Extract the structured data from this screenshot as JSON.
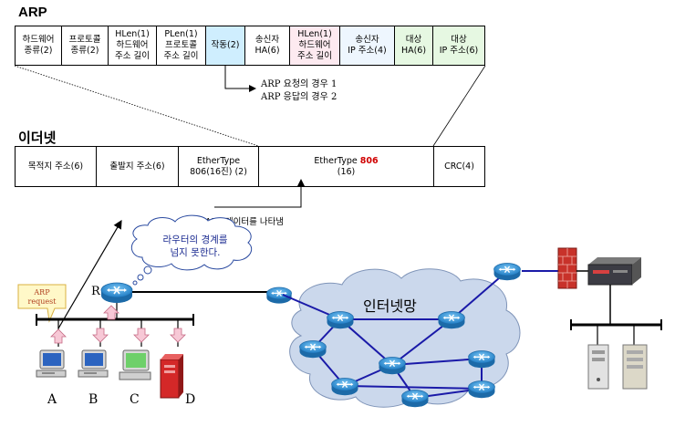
{
  "arp": {
    "title": "ARP",
    "fields": [
      {
        "label": "하드웨어\n종류(2)",
        "bg": "#ffffff"
      },
      {
        "label": "프로토콜\n종류(2)",
        "bg": "#ffffff"
      },
      {
        "label": "HLen(1)\n하드웨어\n주소 길이",
        "bg": "#ffffff"
      },
      {
        "label": "PLen(1)\n프로토콜\n주소 길이",
        "bg": "#ffffff"
      },
      {
        "label": "작동(2)",
        "bg": "#cfeefe"
      },
      {
        "label": "송신자\nHA(6)",
        "bg": "#ffffff"
      },
      {
        "label": "HLen(1)\n하드웨어\n주소 길이",
        "bg": "#fdeaf0"
      },
      {
        "label": "송신자\nIP 주소(4)",
        "bg": "#eef6fe"
      },
      {
        "label": "대상\nHA(6)",
        "bg": "#e6f8e2"
      },
      {
        "label": "대상\nIP 주소(6)",
        "bg": "#e6f8e2"
      }
    ],
    "op_notes": [
      "ARP 요청의 경우 1",
      "ARP 응답의 경우 2"
    ]
  },
  "ethernet": {
    "title": "이더넷",
    "fields": [
      {
        "label": "목적지 주소(6)"
      },
      {
        "label": "출발지 주소(6)"
      },
      {
        "label": "EtherType\n806(16진) (2)"
      },
      {
        "label_prefix": "EtherType ",
        "label_value": "806",
        "label_suffix": "(16)"
      },
      {
        "label": "CRC(4)"
      }
    ],
    "ethertype_note": "ARP 데이터를 나타냄"
  },
  "network": {
    "bubble_text": "라우터의 경계를\n넘지 못한다.",
    "arp_request_label": "ARP\nrequest",
    "router_label": "R",
    "internet_label": "인터넷망",
    "hosts": [
      "A",
      "B",
      "C",
      "D"
    ]
  },
  "colors": {
    "router": "#3b9fe0",
    "cloud": "#cbd8ec",
    "link": "#1a1aa8",
    "firewall": "#c8322a",
    "sticky_note": "#fff8c8",
    "pink_arrow": "#f7c8d6"
  }
}
